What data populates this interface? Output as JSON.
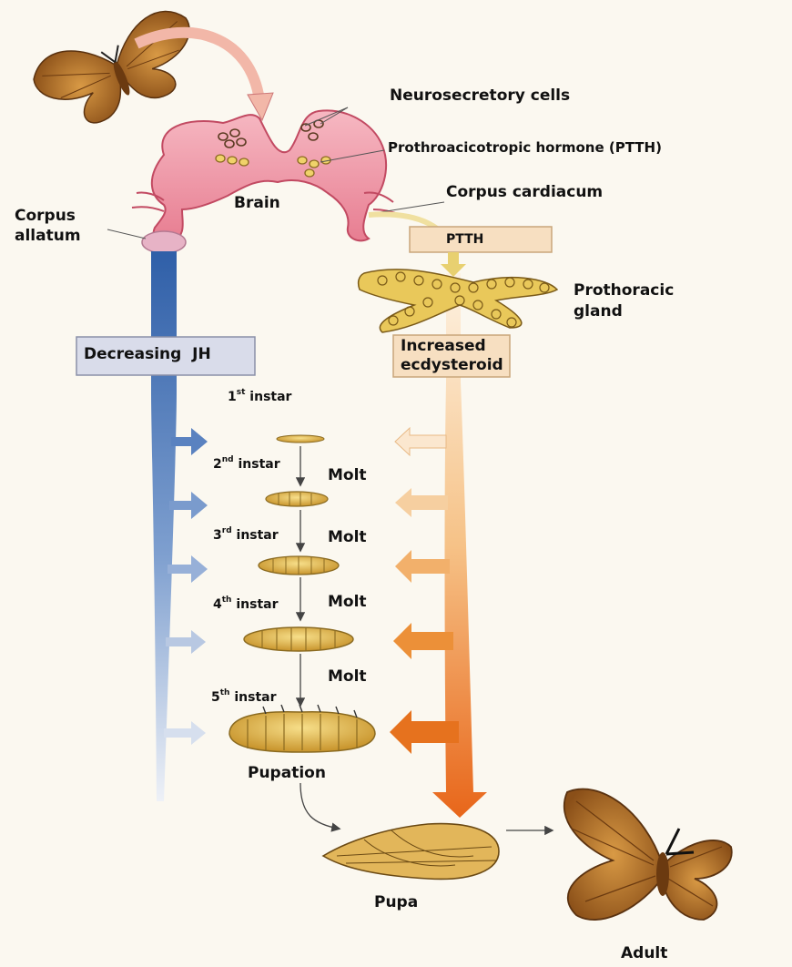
{
  "labels": {
    "neurosecretory": "Neurosecretory cells",
    "ptth_full": "Prothroacicotropic hormone (PTTH)",
    "corpus_cardiacum": "Corpus cardiacum",
    "brain": "Brain",
    "corpus_allatum_l1": "Corpus",
    "corpus_allatum_l2": "allatum",
    "ptth_box": "PTTH",
    "prothoracic_l1": "Prothoracic",
    "prothoracic_l2": "gland",
    "jh_box": "Decreasing  JH",
    "ecdy_l1": "Increased",
    "ecdy_l2": "ecdysteroid",
    "pupation": "Pupation",
    "pupa": "Pupa",
    "adult": "Adult"
  },
  "instars": [
    {
      "num": "1",
      "sup": "st",
      "word": "instar"
    },
    {
      "num": "2",
      "sup": "nd",
      "word": "instar"
    },
    {
      "num": "3",
      "sup": "rd",
      "word": "instar"
    },
    {
      "num": "4",
      "sup": "th",
      "word": "instar"
    },
    {
      "num": "5",
      "sup": "th",
      "word": "instar"
    }
  ],
  "molt_label": "Molt",
  "colors": {
    "background": "#fbf8f0",
    "brain_pink": "#ee8fa0",
    "jh_blue": "#3a6ab0",
    "ecdysteroid_orange": "#ec7a1e",
    "larva_yellow": "#e6b73c",
    "moth_brown": "#b8752c",
    "box_jh": "#d9dcea",
    "box_ecdy": "#f7dfc1"
  }
}
